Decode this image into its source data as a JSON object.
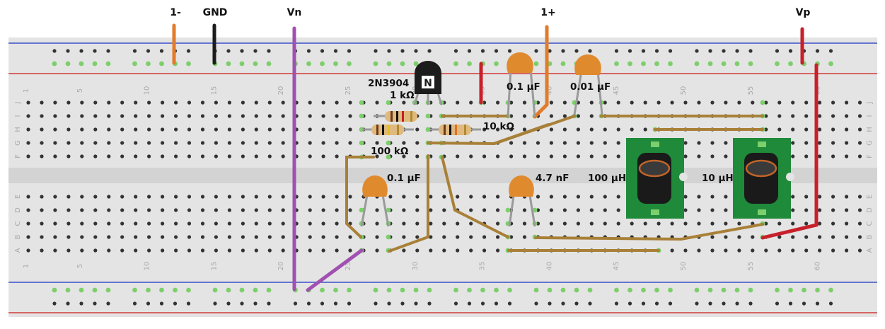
{
  "top_labels": {
    "minus1": "1-",
    "gnd": "GND",
    "vn": "Vn",
    "plus1": "1+",
    "vp": "Vp"
  },
  "components": {
    "transistor": "2N3904",
    "r_1k": "1 kΩ",
    "r_10k": "10 kΩ",
    "r_100k": "100 kΩ",
    "c1": "0.1 µF",
    "c2": "0.01 µF",
    "c3": "0.1 µF",
    "c4": "4.7 nF",
    "l1": "100 µH",
    "l2": "10 µH",
    "transistor_mark": "N"
  },
  "column_numbers": [
    "1",
    "5",
    "10",
    "15",
    "20",
    "25",
    "30",
    "35",
    "40",
    "45",
    "50",
    "55",
    "60"
  ],
  "row_letters_top": [
    "J",
    "I",
    "H",
    "G",
    "F"
  ],
  "row_letters_bottom": [
    "E",
    "D",
    "C",
    "B",
    "A"
  ],
  "colors": {
    "board": "#e4e4e4",
    "rail_red": "#d23a3a",
    "rail_blue": "#3a4fc8",
    "wire_orange": "#e27b2a",
    "wire_black": "#1c1c1c",
    "wire_purple": "#a050b0",
    "wire_red": "#c8202a",
    "wire_brown": "#a88038",
    "cap_orange": "#e08a2e",
    "inductor_green": "#1f8a3a",
    "hole_active": "#7ccf6a"
  }
}
